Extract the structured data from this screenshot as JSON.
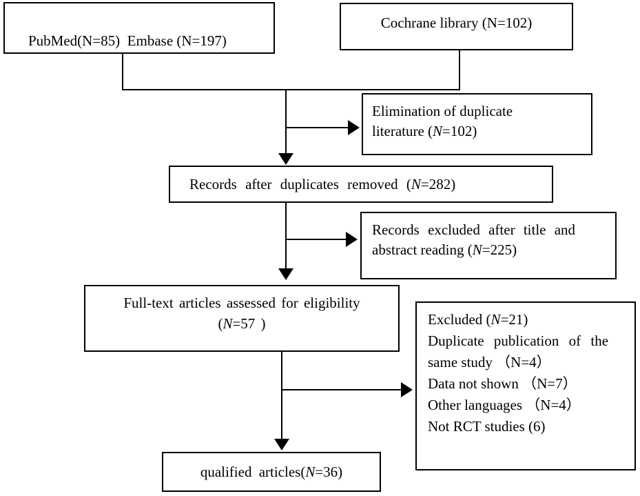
{
  "figure": {
    "type": "prisma-flowchart",
    "background_color": "#ffffff",
    "line_color": "#000000",
    "text_color": "#000000"
  },
  "boxes": {
    "sources": {
      "text": "PubMed(N=85)  Embase (N=197)"
    },
    "cochrane": {
      "text": "Cochrane library (N=102)"
    },
    "elimination": {
      "line1": "Elimination of duplicate",
      "line2_pre": "literature (",
      "n": "N",
      "line2_post": "=102)"
    },
    "records": {
      "pre": "Records after duplicates removed (",
      "n": "N",
      "post": "=282)"
    },
    "title_excluded": {
      "line1": "Records excluded after title and",
      "line2_pre": "abstract reading (",
      "n": "N",
      "line2_post": "=225)"
    },
    "fulltext": {
      "line1": "Full-text articles assessed for eligibility",
      "line2_pre": "(",
      "n": "N",
      "line2_post": "=57 )"
    },
    "excluded": {
      "line1_pre": "Excluded (",
      "n": "N",
      "line1_post": "=21)",
      "line2": "Duplicate publication of the",
      "line3": "same study （N=4）",
      "line4": "Data not shown （N=7）",
      "line5": "Other languages （N=4）",
      "line6": "Not RCT studies (6)"
    },
    "qualified": {
      "pre": "qualified articles(",
      "n": "N",
      "post": "=36)"
    }
  }
}
